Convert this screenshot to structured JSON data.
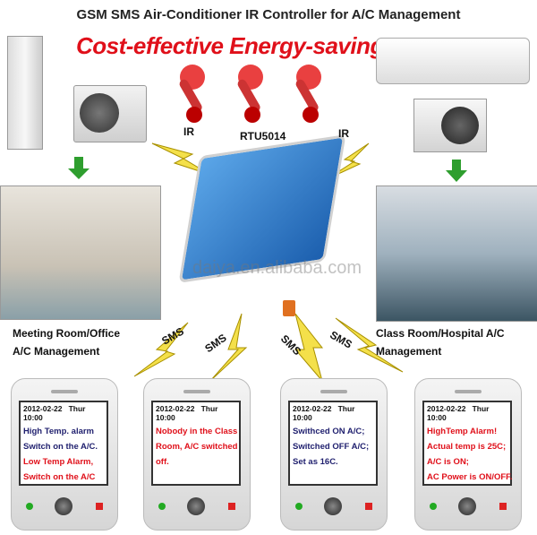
{
  "title": "GSM SMS Air-Conditioner IR Controller for A/C Management",
  "slogan": "Cost-effective Energy-saving",
  "device_label": "RTU5014",
  "ir_labels": [
    "IR",
    "IR"
  ],
  "sms_labels": [
    "SMS",
    "SMS",
    "SMS",
    "SMS"
  ],
  "watermark": "daiya.en.alibaba.com",
  "left_location": [
    "Meeting Room/Office",
    "A/C Management"
  ],
  "right_location": [
    "Class Room/Hospital  A/C",
    "Management"
  ],
  "colors": {
    "blue_text": "#1f1f6e",
    "red_text": "#e0101a",
    "bolt": "#f4e04a",
    "arrow": "#2e9e2e",
    "device": "#2a78c8"
  },
  "phones": [
    {
      "date": "2012-02-22",
      "time": "Thur 10:00",
      "lines": [
        {
          "text": "High Temp. alarm",
          "color": "#1f1f6e"
        },
        {
          "text": "Switch on the A/C.",
          "color": "#1f1f6e"
        },
        {
          "text": "Low Temp Alarm,",
          "color": "#e0101a"
        },
        {
          "text": "Switch on the A/C",
          "color": "#e0101a"
        }
      ]
    },
    {
      "date": "2012-02-22",
      "time": "Thur 10:00",
      "lines": [
        {
          "text": "Nobody in the Class",
          "color": "#e0101a"
        },
        {
          "text": "Room, A/C switched",
          "color": "#e0101a"
        },
        {
          "text": "off.",
          "color": "#e0101a"
        }
      ]
    },
    {
      "date": "2012-02-22",
      "time": "Thur 10:00",
      "lines": [
        {
          "text": "Swithced ON A/C;",
          "color": "#1f1f6e"
        },
        {
          "text": "Switched OFF A/C;",
          "color": "#1f1f6e"
        },
        {
          "text": "Set as 16C.",
          "color": "#1f1f6e"
        }
      ]
    },
    {
      "date": "2012-02-22",
      "time": "Thur 10:00",
      "lines": [
        {
          "text": "HighTemp Alarm!",
          "color": "#e0101a"
        },
        {
          "text": "Actual temp is 25C;",
          "color": "#e0101a"
        },
        {
          "text": "A/C  is ON;",
          "color": "#e0101a"
        },
        {
          "text": "AC Power is ON/OFF.",
          "color": "#e0101a"
        }
      ]
    }
  ]
}
